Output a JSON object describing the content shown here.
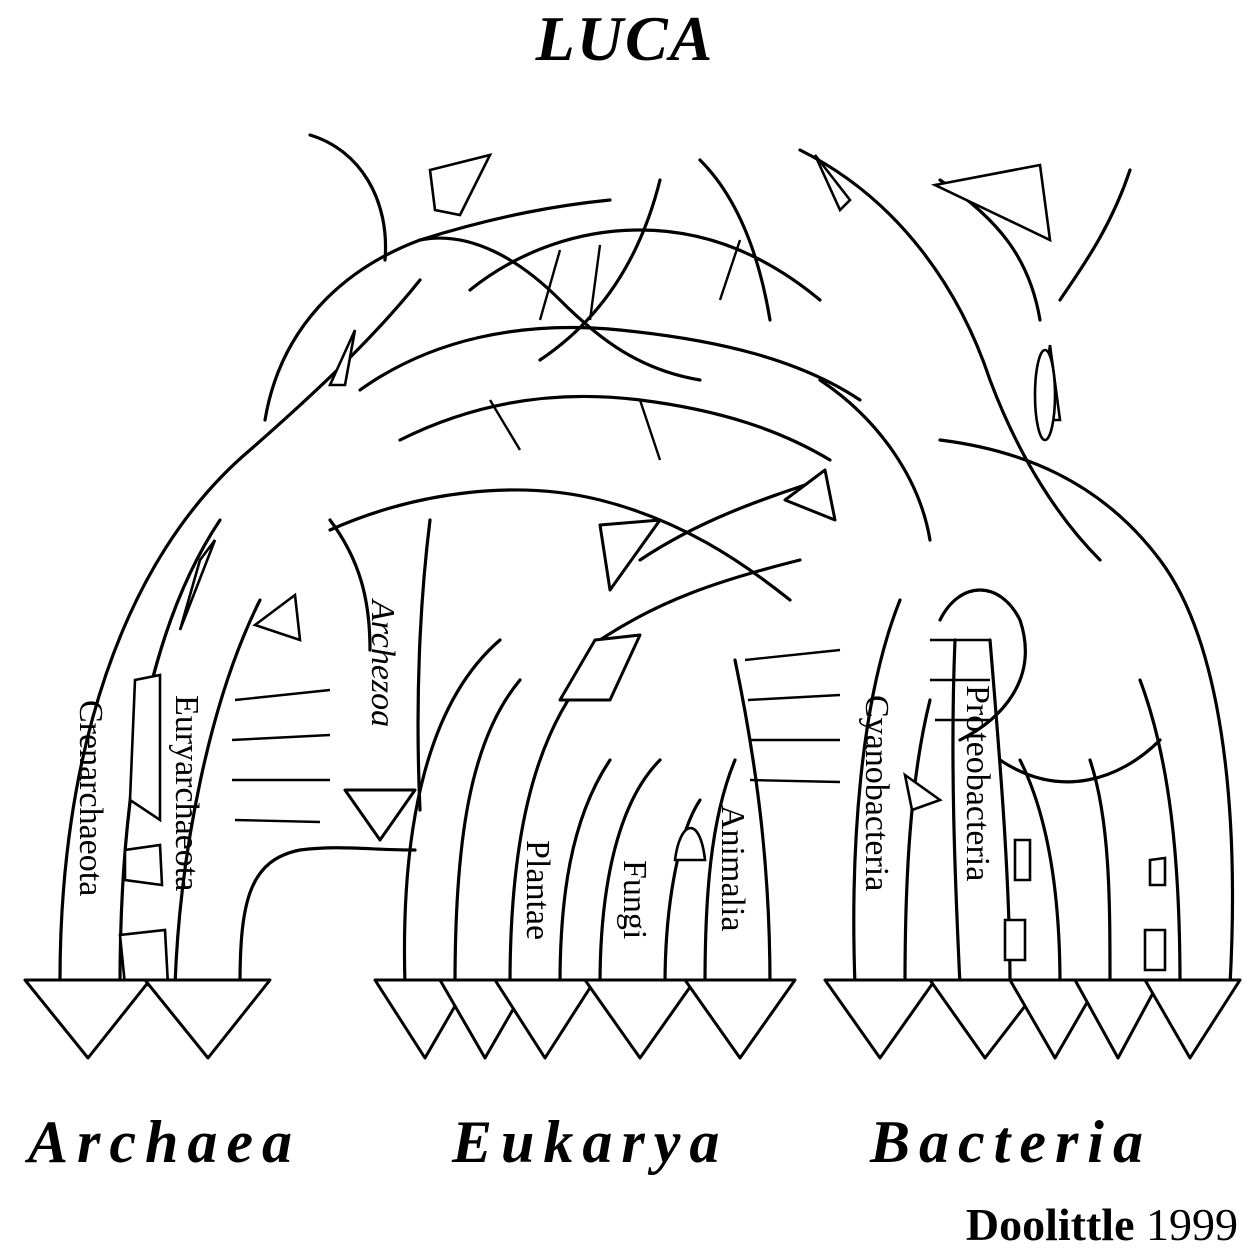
{
  "title": "LUCA",
  "lineages": {
    "crenarchaeota": "Crenarchaeota",
    "euryarchaeota": "Euryarchaeota",
    "archezoa": "Archezoa",
    "plantae": "Plantae",
    "fungi": "Fungi",
    "animalia": "Animalia",
    "cyanobacteria": "Cyanobacteria",
    "proteobacteria": "Proteobacteria"
  },
  "domains": {
    "archaea": "Archaea",
    "eukarya": "Eukarya",
    "bacteria": "Bacteria"
  },
  "credit": {
    "author": "Doolittle",
    "year": "1999"
  }
}
